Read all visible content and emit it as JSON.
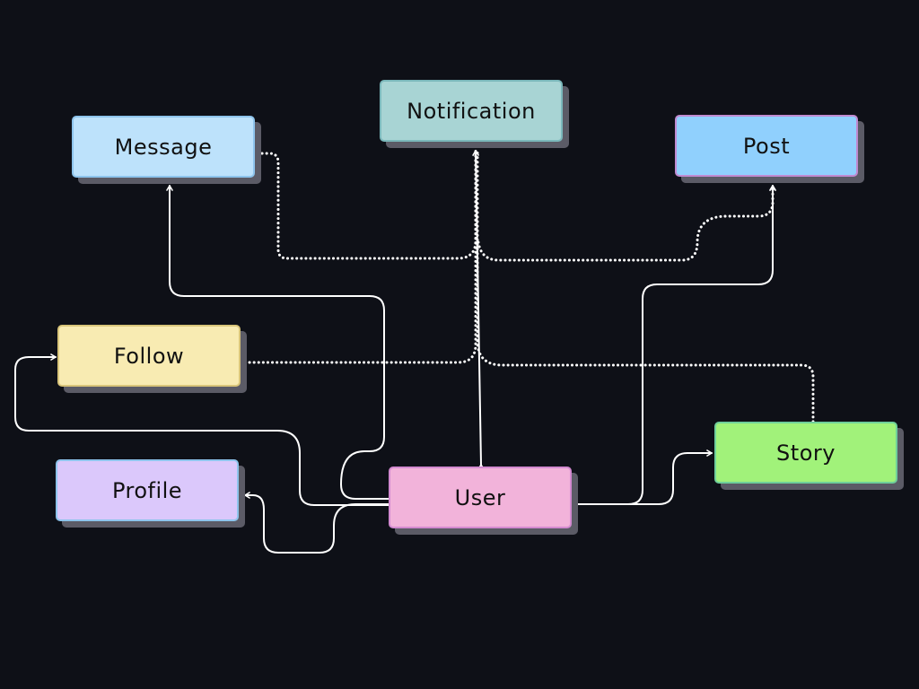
{
  "diagram": {
    "background": "#0e1017",
    "edge_color": "#ffffff",
    "shadow_color": "#5b5b66",
    "nodes": {
      "notification": {
        "label": "Notification",
        "fill": "#a8d4d4",
        "border": "#7bb8bb"
      },
      "message": {
        "label": "Message",
        "fill": "#bde2fb",
        "border": "#8ec4ec"
      },
      "post": {
        "label": "Post",
        "fill": "#90d0fd",
        "border": "#c08ad0"
      },
      "follow": {
        "label": "Follow",
        "fill": "#f8ebb2",
        "border": "#d9c57a"
      },
      "profile": {
        "label": "Profile",
        "fill": "#dbc8fb",
        "border": "#8ec4ec"
      },
      "user": {
        "label": "User",
        "fill": "#f2b3da",
        "border": "#d38ad0"
      },
      "story": {
        "label": "Story",
        "fill": "#a1f27a",
        "border": "#6fcf9a"
      }
    },
    "edges": [
      {
        "from": "user",
        "to": "message",
        "style": "solid"
      },
      {
        "from": "user",
        "to": "follow",
        "style": "solid"
      },
      {
        "from": "user",
        "to": "profile",
        "style": "solid"
      },
      {
        "from": "user",
        "to": "post",
        "style": "solid"
      },
      {
        "from": "user",
        "to": "story",
        "style": "solid"
      },
      {
        "from": "user",
        "to": "notification",
        "style": "solid",
        "bidirectional": true
      },
      {
        "from": "message",
        "to": "notification",
        "style": "dotted"
      },
      {
        "from": "follow",
        "to": "notification",
        "style": "dotted"
      },
      {
        "from": "story",
        "to": "notification",
        "style": "dotted"
      },
      {
        "from": "notification",
        "to": "post",
        "style": "dotted"
      }
    ]
  }
}
